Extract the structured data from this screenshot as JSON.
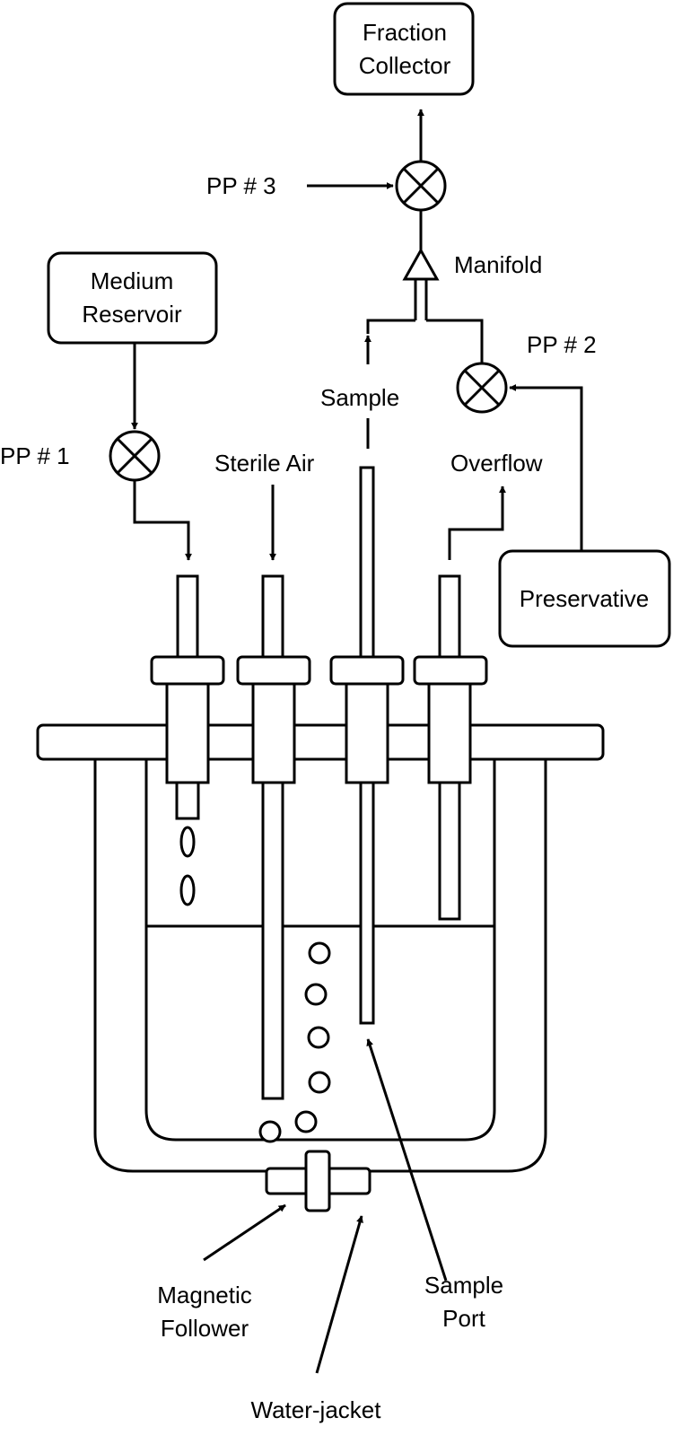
{
  "boxes": {
    "fraction_collector": [
      "Fraction",
      "Collector"
    ],
    "medium_reservoir": [
      "Medium",
      "Reservoir"
    ],
    "preservative": "Preservative"
  },
  "labels": {
    "pp3": "PP # 3",
    "pp2": "PP # 2",
    "pp1": "PP # 1",
    "manifold": "Manifold",
    "sample": "Sample",
    "sterile_air": "Sterile Air",
    "overflow": "Overflow",
    "magnetic_follower": [
      "Magnetic",
      "Follower"
    ],
    "sample_port": [
      "Sample",
      "Port"
    ],
    "water_jacket": "Water-jacket"
  }
}
